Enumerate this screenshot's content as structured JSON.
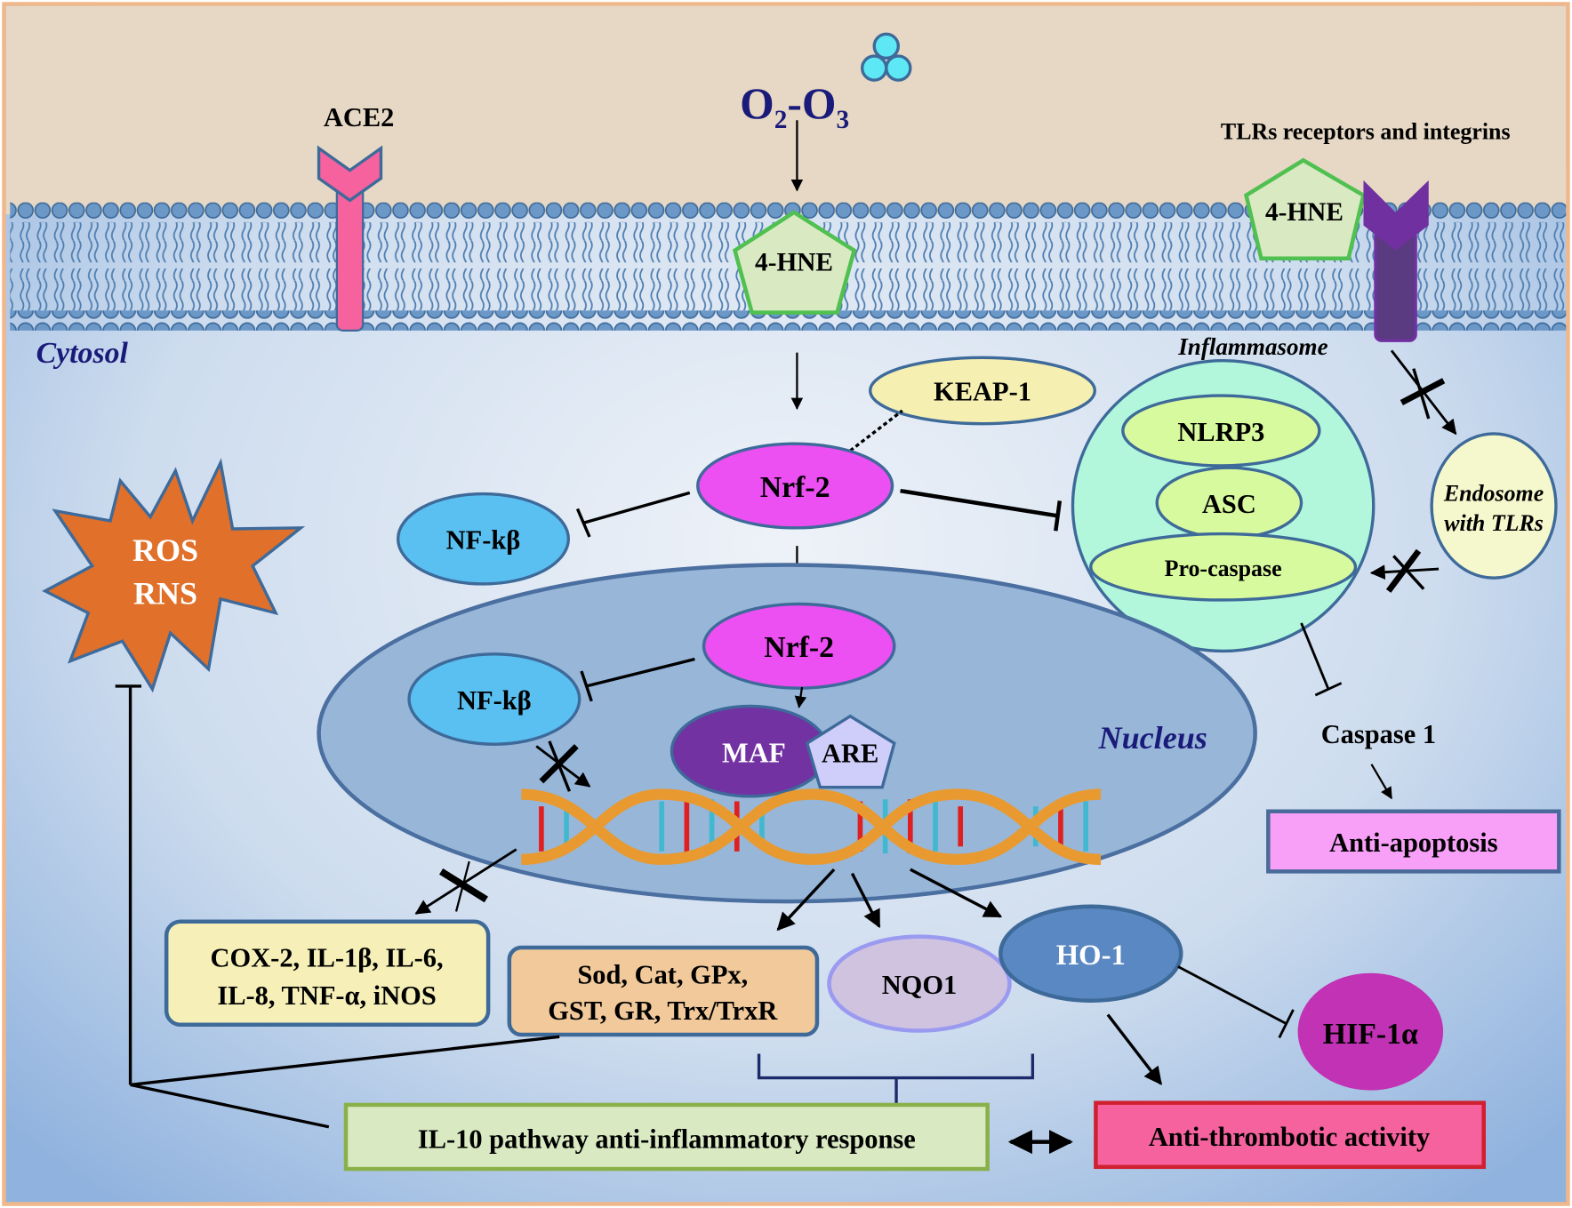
{
  "colors": {
    "extracellular": "#e6d8c4",
    "border": "#f0b88a",
    "cytosol": "#c6d8ee",
    "membrane": "#5f8ec0",
    "nrf2": "#ec4ff2",
    "nfkb": "#5ac0f2",
    "keap1": "#f5efb2",
    "inflammasome": "#b2f7dc",
    "nlrp3": "#d8fa9e",
    "nucleus": "#97b6d8",
    "maf": "#7232a2",
    "are": "#cfcdf9",
    "ho1": "#5a88c2",
    "nqo1": "#cfc3e0",
    "hif1a": "#c132b4",
    "ros": "#e0702a",
    "anti_apoptosis": "#f8a0f8",
    "anti_thrombotic": "#f5629e",
    "il10": "#d9e9c2",
    "cox": "#f6f0b8",
    "sod": "#f1c99a"
  },
  "labels": {
    "ace2": "ACE2",
    "o2": "O",
    "o2_sub": "2",
    "o3": "-O",
    "o3_sub": "3",
    "tlr": "TLRs receptors and integrins",
    "hne_1": "4-HNE",
    "hne_2": "4-HNE",
    "cytosol": "Cytosol",
    "keap1": "KEAP-1",
    "nrf2_cyto": "Nrf-2",
    "nfkb_cyto": "NF-kβ",
    "inflammasome": "Inflammasome",
    "nlrp3": "NLRP3",
    "asc": "ASC",
    "procaspase": "Pro-caspase",
    "endosome_1": "Endosome",
    "endosome_2": "with TLRs",
    "ros": "ROS",
    "rns": "RNS",
    "nrf2_nuc": "Nrf-2",
    "nfkb_nuc": "NF-kβ",
    "maf": "MAF",
    "are": "ARE",
    "nucleus": "Nucleus",
    "caspase1": "Caspase 1",
    "anti_apoptosis": "Anti-apoptosis",
    "cox_1": "COX-2, IL-1β, IL-6,",
    "cox_2": "IL-8, TNF-α, iNOS",
    "sod_1": "Sod, Cat, GPx,",
    "sod_2": "GST, GR, Trx/TrxR",
    "nqo1": "NQO1",
    "ho1": "HO-1",
    "hif1a": "HIF-1α",
    "il10": "IL-10 pathway anti-inflammatory response",
    "anti_thrombotic": "Anti-thrombotic activity"
  }
}
